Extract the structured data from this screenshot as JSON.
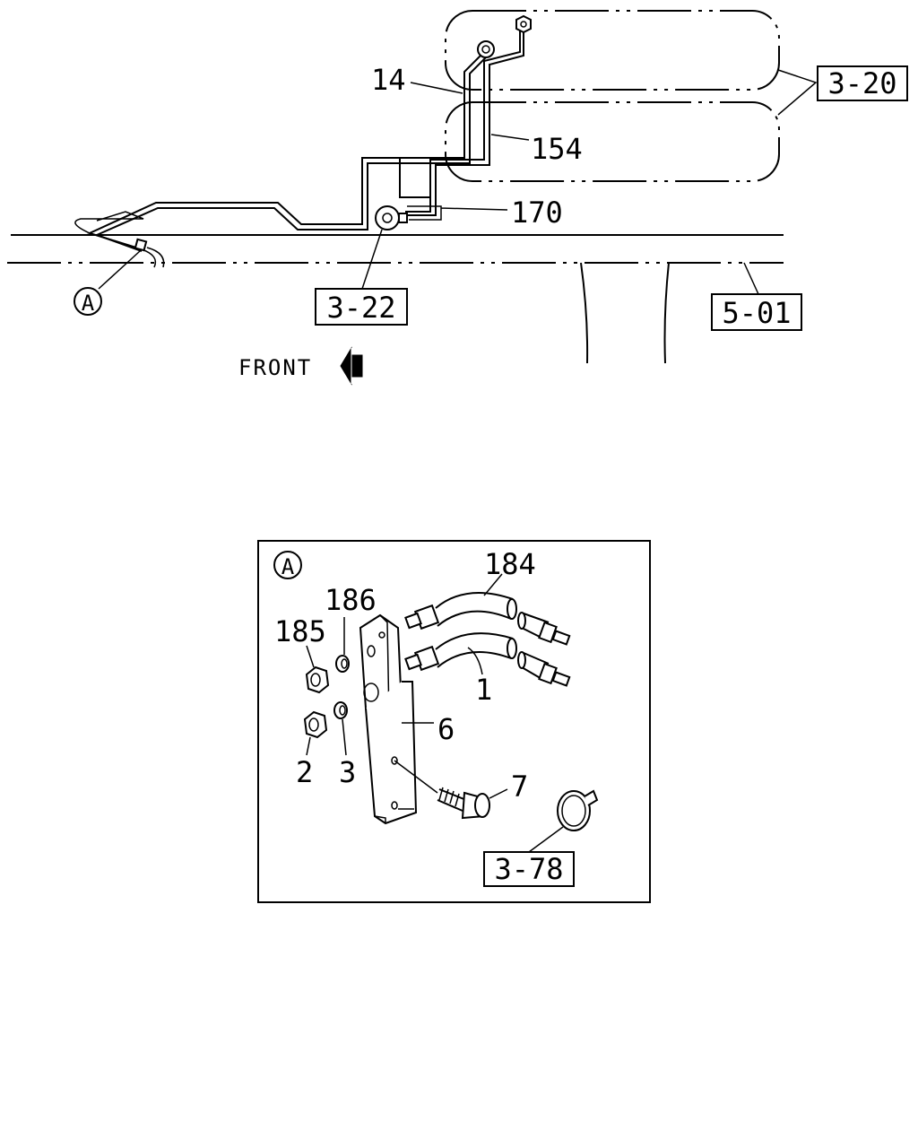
{
  "labels": {
    "p14": "14",
    "p154": "154",
    "p170": "170",
    "ref_3_20": "3-20",
    "ref_3_22": "3-22",
    "ref_5_01": "5-01",
    "circle_a_top": "A",
    "front": "FRONT",
    "detail_a": "A",
    "p184": "184",
    "p186": "186",
    "p185": "185",
    "p1": "1",
    "p6": "6",
    "p2": "2",
    "p3": "3",
    "p7": "7",
    "ref_3_78": "3-78"
  },
  "icons": {
    "front_arrow": "front-direction-arrow-icon"
  }
}
